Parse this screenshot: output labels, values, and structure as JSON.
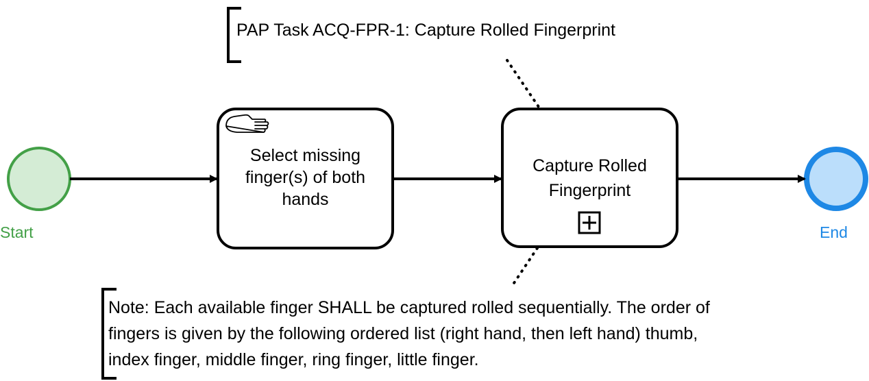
{
  "annotation_top": {
    "text": "PAP Task ACQ-FPR-1: Capture Rolled Fingerprint"
  },
  "annotation_bottom": {
    "lines": [
      "Note: Each available finger SHALL be captured rolled sequentially. The order of",
      "fingers is given by the following ordered list (right hand, then left hand) thumb,",
      "index finger, middle finger, ring finger, little finger."
    ]
  },
  "start_event": {
    "label": "Start",
    "stroke": "#43a047",
    "fill": "#d4ecd5"
  },
  "end_event": {
    "label": "End",
    "stroke": "#1e88e5",
    "fill": "#bbdefb"
  },
  "task_manual": {
    "lines": [
      "Select missing",
      "finger(s) of both",
      "hands"
    ],
    "icon": "manual-task-hand-icon"
  },
  "task_subprocess": {
    "lines": [
      "Capture Rolled",
      "Fingerprint"
    ],
    "icon": "collapsed-subprocess-plus-icon"
  }
}
